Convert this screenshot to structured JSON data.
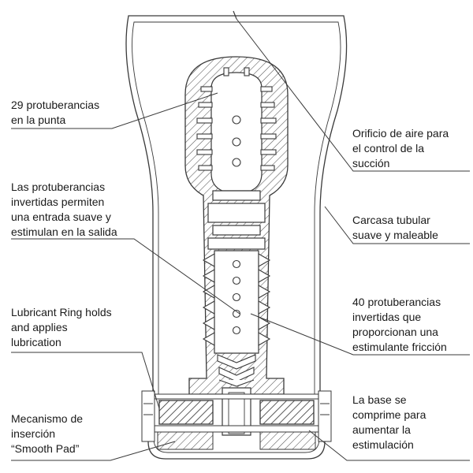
{
  "labels": {
    "tip_ribs": {
      "lines": [
        "29 protuberancias",
        "en la punta"
      ]
    },
    "inverted_ribs": {
      "lines": [
        "Las protuberancias",
        "invertidas permiten",
        "una entrada suave y",
        "estimulan en la salida"
      ]
    },
    "lubricant_ring": {
      "lines": [
        "Lubricant Ring holds",
        "and applies",
        "lubrication"
      ]
    },
    "smooth_pad": {
      "lines": [
        "Mecanismo de",
        "inserción",
        "“Smooth Pad”"
      ]
    },
    "air_hole": {
      "lines": [
        "Orificio de aire para",
        "el control de la",
        "succión"
      ]
    },
    "shell": {
      "lines": [
        "Carcasa tubular",
        "suave y maleable"
      ]
    },
    "forty_ribs": {
      "lines": [
        "40 protuberancias",
        "invertidas que",
        "proporcionan una",
        "estimulante fricción"
      ]
    },
    "base": {
      "lines": [
        "La base se",
        "comprime para",
        "aumentar la",
        "estimulación"
      ]
    }
  },
  "colors": {
    "line": "#3a3a3a",
    "text": "#1a1a1a",
    "background": "#ffffff"
  }
}
